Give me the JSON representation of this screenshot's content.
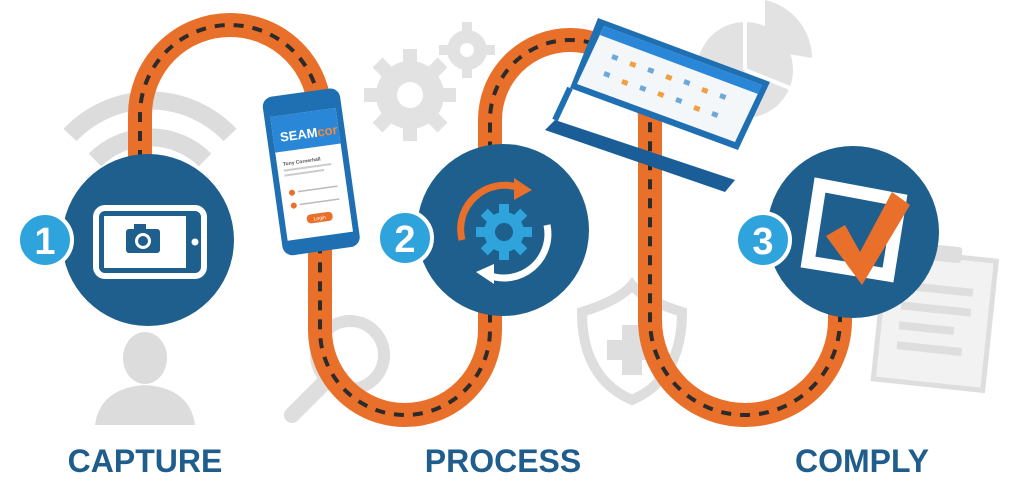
{
  "colors": {
    "road": "#e8702a",
    "dash": "#2b2b2b",
    "circle": "#1e5f8e",
    "badge": "#2ea3dc",
    "label": "#1f5d8c",
    "ghost": "#d8d8d8",
    "check": "#e8702a"
  },
  "steps": [
    {
      "number": "1",
      "label": "CAPTURE",
      "icon": "tablet-camera-icon"
    },
    {
      "number": "2",
      "label": "PROCESS",
      "icon": "gear-cycle-icon"
    },
    {
      "number": "3",
      "label": "COMPLY",
      "icon": "checkmark-box-icon"
    }
  ],
  "phone": {
    "brand": "SEAMCOR",
    "brand_a": "SEAM",
    "brand_b": "cor",
    "title": "Tony Cornerhall",
    "button": "Login"
  },
  "background_icons": [
    "wifi-icon",
    "person-icon",
    "gears-icon",
    "magnifier-icon",
    "shield-cross-icon",
    "pie-chart-icon",
    "clipboard-icon"
  ]
}
